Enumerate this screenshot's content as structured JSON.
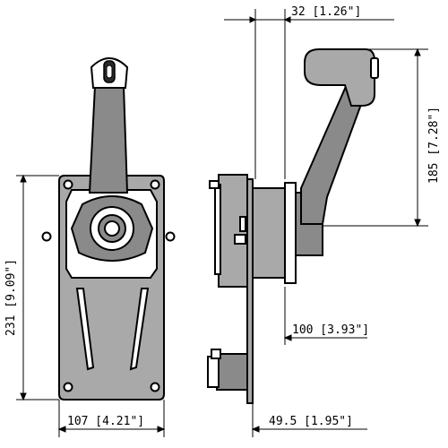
{
  "dimensions": {
    "top_width": "32 [1.26\"]",
    "right_height": "185 [7.28\"]",
    "left_height": "231 [9.09\"]",
    "mid_depth": "100 [3.93\"]",
    "bottom_width": "107 [4.21\"]",
    "bottom_depth": "49.5 [1.95\"]"
  },
  "colors": {
    "line": "#000000",
    "fill_mid": "#8a8a8a",
    "fill_light": "#a9a9a9",
    "background": "#ffffff"
  }
}
